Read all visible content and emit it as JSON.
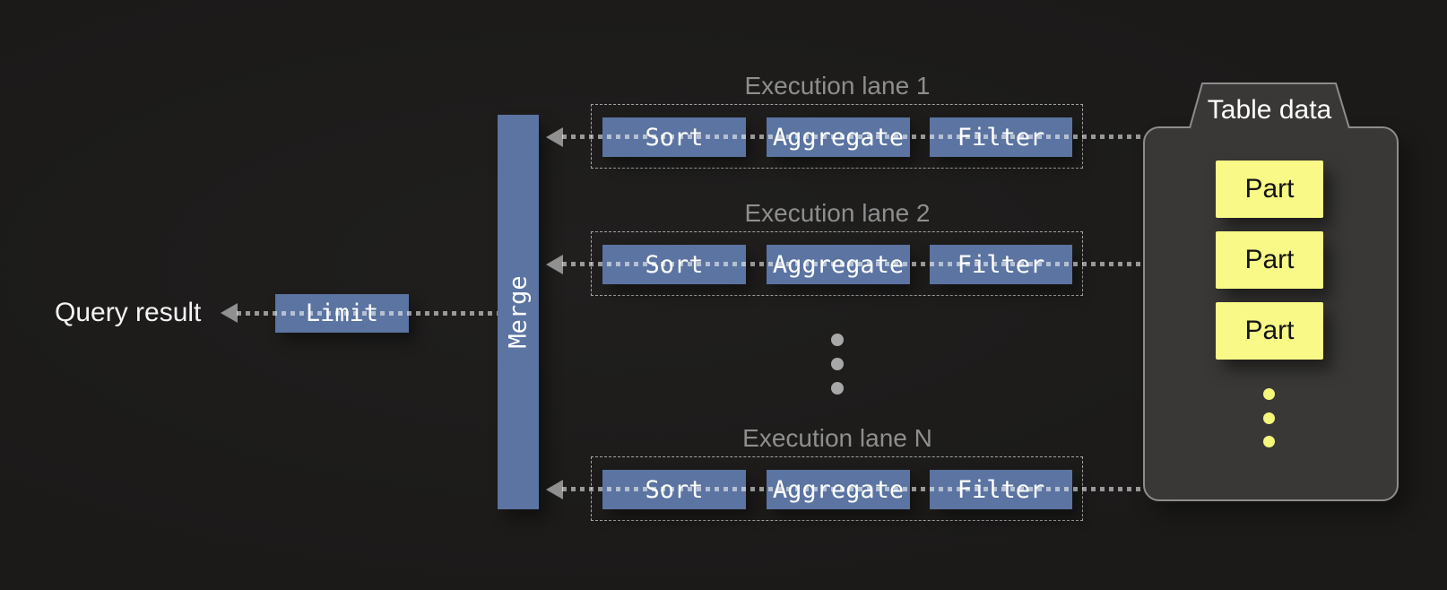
{
  "colors": {
    "background": "#1b1a19",
    "operator_blue": "#5b74a1",
    "part_yellow": "#f8f986",
    "container_fill": "#393836",
    "container_border": "#8d8d8d",
    "connector_gray": "#909090",
    "label_gray": "#8e8e8e"
  },
  "result": {
    "label": "Query result",
    "limit_label": "Limit"
  },
  "merge": {
    "label": "Merge"
  },
  "lanes": [
    {
      "label": "Execution lane 1",
      "operators": [
        {
          "label": "Sort"
        },
        {
          "label": "Aggregate"
        },
        {
          "label": "Filter"
        }
      ]
    },
    {
      "label": "Execution lane 2",
      "operators": [
        {
          "label": "Sort"
        },
        {
          "label": "Aggregate"
        },
        {
          "label": "Filter"
        }
      ]
    },
    {
      "label": "Execution lane N",
      "operators": [
        {
          "label": "Sort"
        },
        {
          "label": "Aggregate"
        },
        {
          "label": "Filter"
        }
      ]
    }
  ],
  "table_data": {
    "label": "Table data",
    "parts": [
      {
        "label": "Part"
      },
      {
        "label": "Part"
      },
      {
        "label": "Part"
      }
    ]
  }
}
